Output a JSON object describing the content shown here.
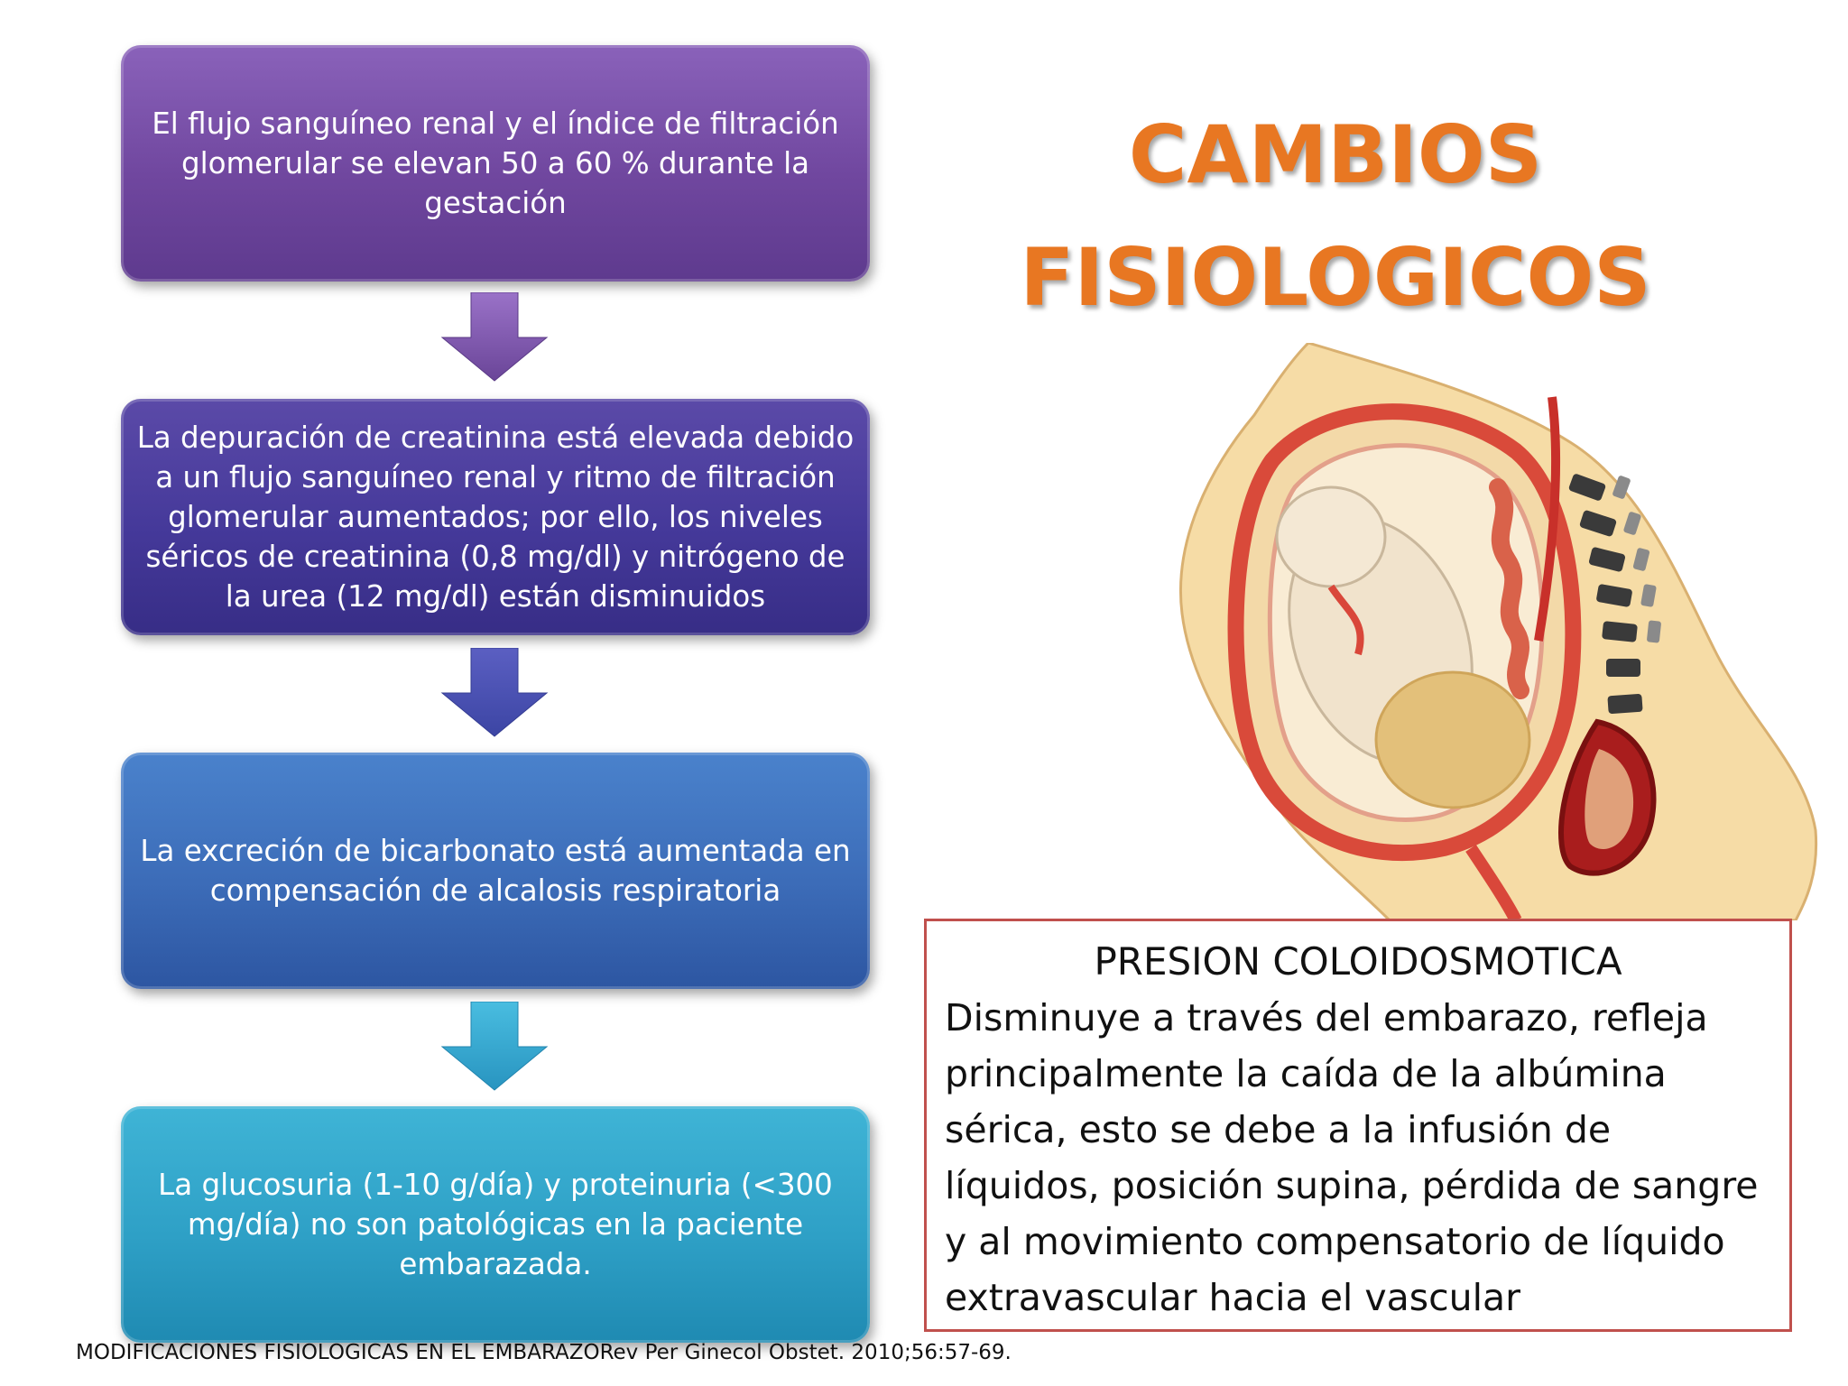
{
  "flow": {
    "box1": "El flujo sanguíneo renal y el índice de filtración glomerular se elevan 50 a 60 % durante la gestación",
    "box2": "La depuración de creatinina está elevada debido a un flujo sanguíneo renal y ritmo de filtración glomerular aumentados; por ello, los niveles séricos de creatinina (0,8 mg/dl) y nitrógeno de la urea (12 mg/dl) están disminuidos",
    "box3": "La excreción de bicarbonato está aumentada en compensación de alcalosis respiratoria",
    "box4": "La glucosuria (1-10 g/día) y proteinuria (<300 mg/día) no son patológicas en la paciente embarazada."
  },
  "title": {
    "line1": "CAMBIOS",
    "line2": "FISIOLOGICOS"
  },
  "pressure": {
    "heading": "PRESION COLOIDOSMOTICA",
    "body": "Disminuye a través del embarazo, refleja principalmente la caída de la albúmina sérica, esto se debe a la infusión de líquidos, posición supina, pérdida de sangre y al movimiento compensatorio de líquido extravascular hacia el vascular"
  },
  "footer": "MODIFICACIONES  FISIOLOGICAS EN EL EMBARAZORev Per Ginecol Obstet. 2010;56:57-69.",
  "colors": {
    "title": "#e87722",
    "box1": "#70479f",
    "box2": "#45399a",
    "box3": "#3c6cb8",
    "box4": "#2ea0c6",
    "pressure_border": "#c0504d"
  }
}
